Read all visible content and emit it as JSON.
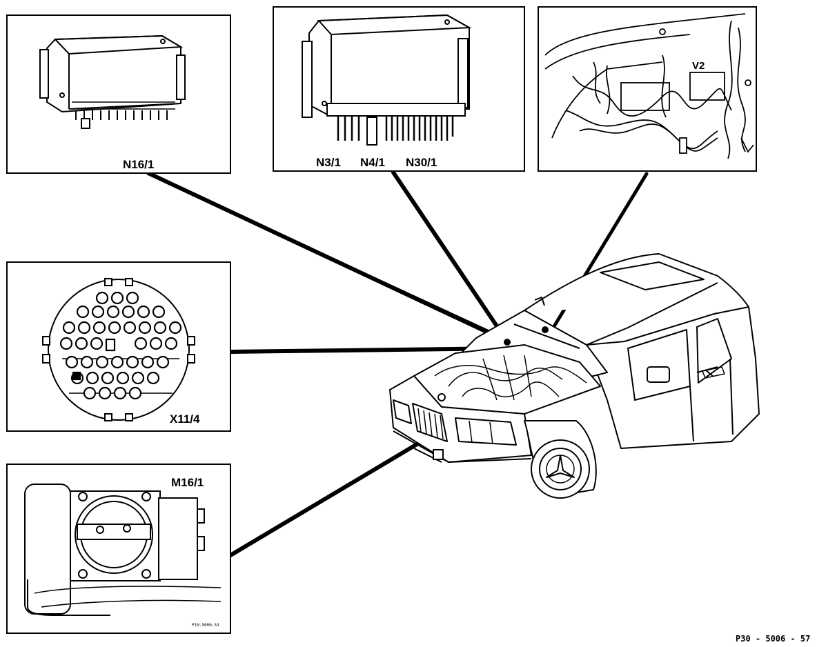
{
  "panels": {
    "n16": {
      "label": "N16/1"
    },
    "n3": {
      "label_a": "N3/1",
      "label_b": "N4/1",
      "label_c": "N30/1"
    },
    "v2": {
      "label": "V2"
    },
    "x11": {
      "label": "X11/4"
    },
    "m16": {
      "label": "M16/1",
      "fine_print": "P10-5000-53"
    }
  },
  "figure_code": "P30 - 5006 - 57",
  "colors": {
    "ink": "#000000",
    "paper": "#ffffff"
  }
}
